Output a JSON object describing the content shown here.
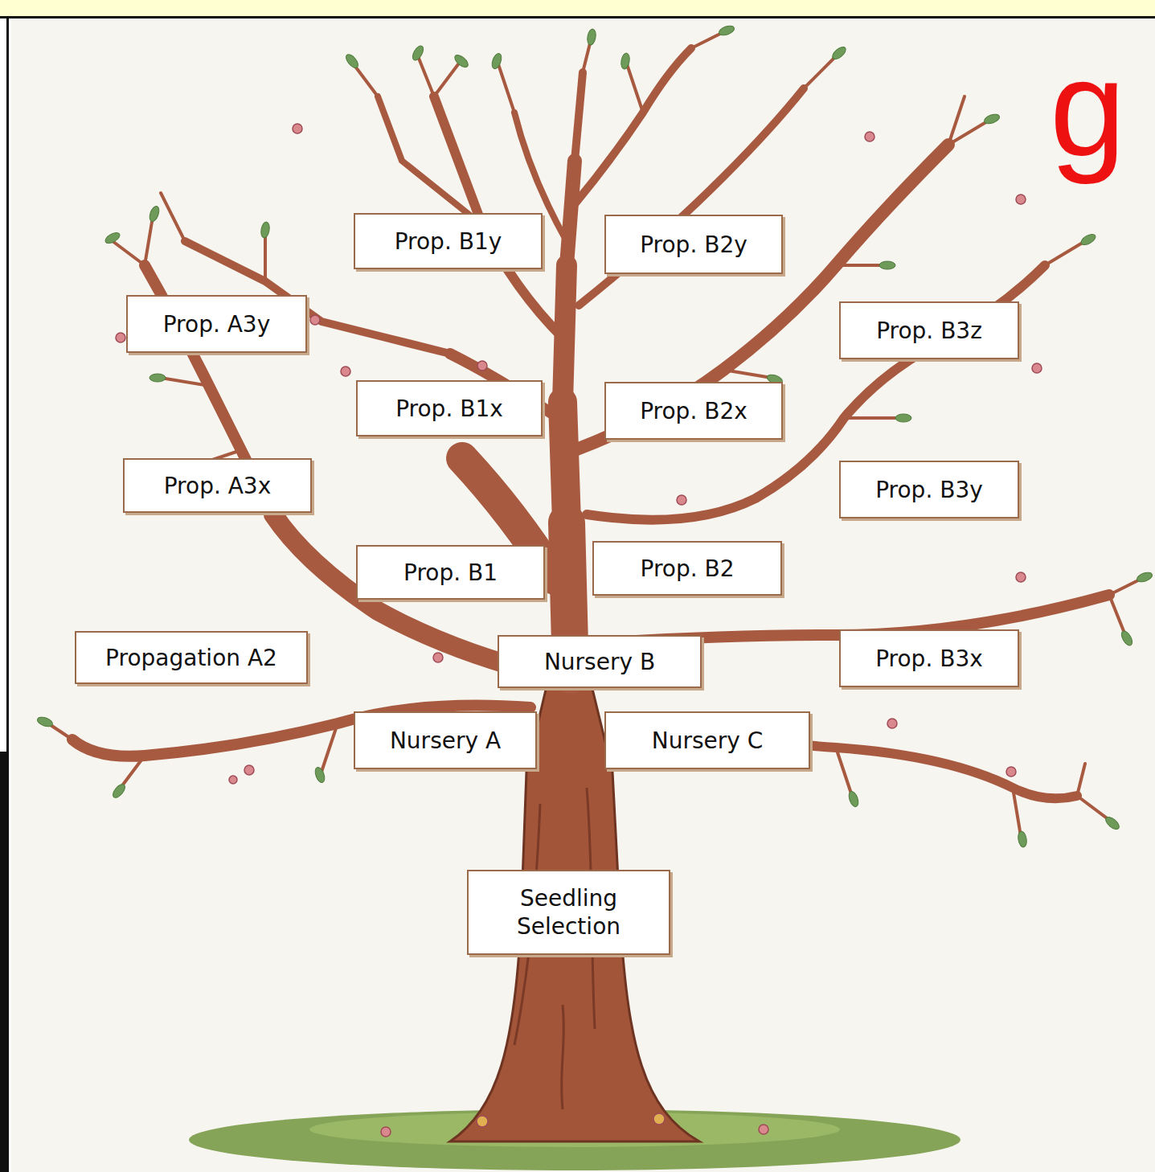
{
  "diagram": {
    "nodes": [
      {
        "text": [
          "Prop. B1y"
        ]
      },
      {
        "text": [
          "Prop. B2y"
        ]
      },
      {
        "text": [
          "Prop. A3y"
        ]
      },
      {
        "text": [
          "Prop. B3z"
        ]
      },
      {
        "text": [
          "Prop. B1x"
        ]
      },
      {
        "text": [
          "Prop. B2x"
        ]
      },
      {
        "text": [
          "Prop. A3x"
        ]
      },
      {
        "text": [
          "Prop. B3y"
        ]
      },
      {
        "text": [
          "Prop. B1"
        ]
      },
      {
        "text": [
          "Prop. B2"
        ]
      },
      {
        "text": [
          "Propagation A2"
        ]
      },
      {
        "text": [
          "Nursery B"
        ]
      },
      {
        "text": [
          "Prop. B3x"
        ]
      },
      {
        "text": [
          "Nursery A"
        ]
      },
      {
        "text": [
          "Nursery C"
        ]
      },
      {
        "text": [
          "Seedling Selection"
        ]
      }
    ],
    "labels": [
      "g"
    ]
  }
}
